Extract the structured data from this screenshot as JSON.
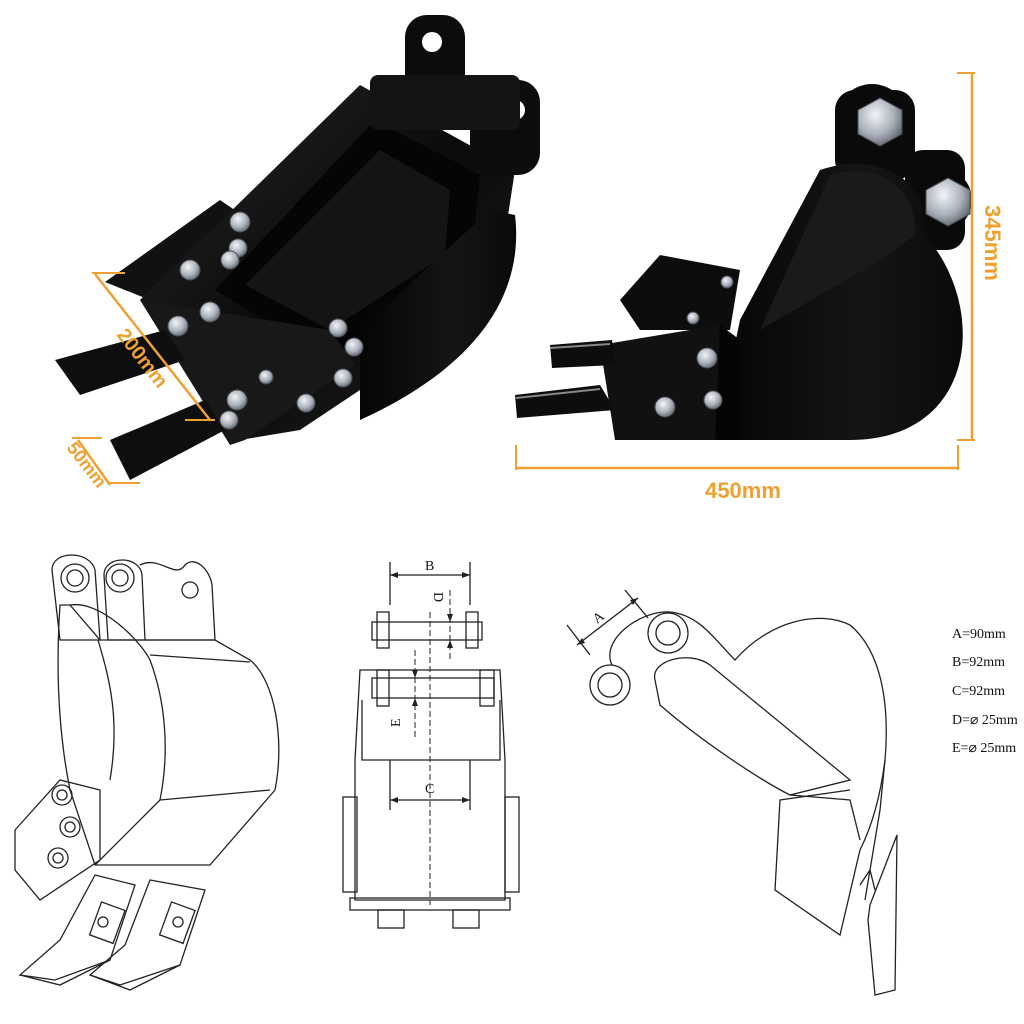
{
  "colors": {
    "accent": "#f0a030",
    "bucket": "#0d0d0d",
    "bolt": "#c8ced6",
    "line": "#222222"
  },
  "photo_dimensions": {
    "tooth_width": "200mm",
    "tooth_height": "50mm",
    "bucket_height": "345mm",
    "bucket_length": "450mm"
  },
  "drawing_letters": {
    "a": "A",
    "b": "B",
    "c": "C",
    "d": "D",
    "e": "E"
  },
  "specs": [
    "A=90mm",
    "B=92mm",
    "C=92mm",
    "D=⌀ 25mm",
    "E=⌀ 25mm"
  ]
}
